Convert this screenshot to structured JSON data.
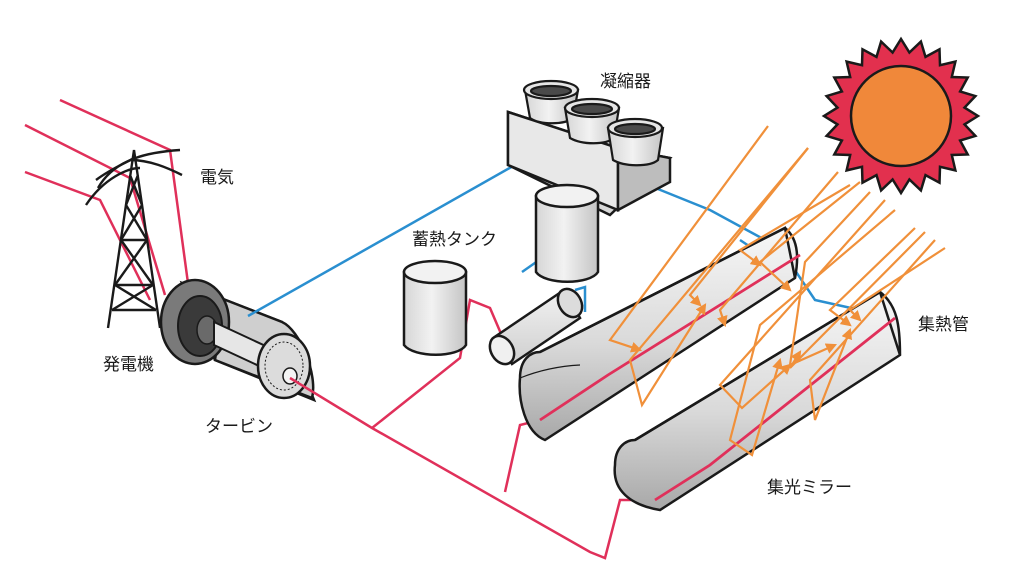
{
  "labels": {
    "electricity": "電気",
    "generator": "発電機",
    "turbine": "タービン",
    "condenser": "凝縮器",
    "storage_tank": "蓄熱タンク",
    "receiver_tube": "集熱管",
    "collector_mirror": "集光ミラー"
  },
  "colors": {
    "hot_line": "#e0305a",
    "cold_line": "#2a8fd0",
    "sun_ray": "#f0903a",
    "sun_core": "#f0883a",
    "sun_ring": "#e2304e",
    "metal_light": "#ececec",
    "metal_mid": "#cfcfcf",
    "metal_dark": "#8a8a8a"
  },
  "icons": {
    "sun": "sun-icon",
    "tower": "transmission-tower-icon"
  }
}
